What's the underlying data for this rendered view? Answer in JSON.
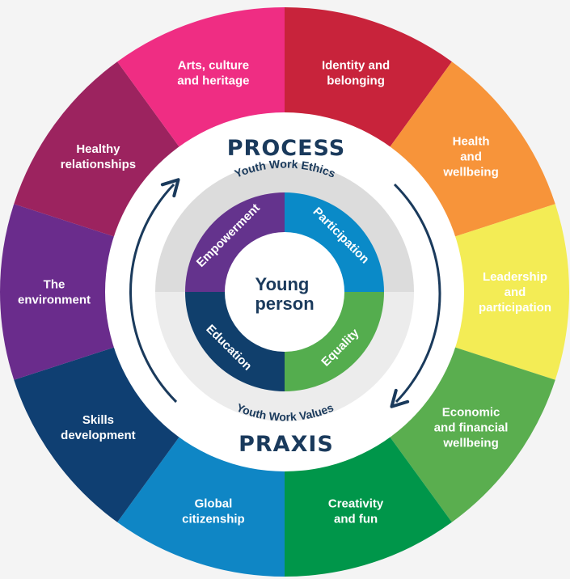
{
  "outer_segments": [
    {
      "lines": [
        "Identity and",
        "belonging"
      ],
      "color": "#c8233b",
      "text_color": "#ffffff"
    },
    {
      "lines": [
        "Health",
        "and",
        "wellbeing"
      ],
      "color": "#f7943a",
      "text_color": "#ffffff"
    },
    {
      "lines": [
        "Leadership",
        "and",
        "participation"
      ],
      "color": "#f3ec55",
      "text_color": "#1a3257"
    },
    {
      "lines": [
        "Economic",
        "and financial",
        "wellbeing"
      ],
      "color": "#5aae4f",
      "text_color": "#ffffff"
    },
    {
      "lines": [
        "Creativity",
        "and fun"
      ],
      "color": "#00964a",
      "text_color": "#ffffff"
    },
    {
      "lines": [
        "Global",
        "citizenship"
      ],
      "color": "#0f86c5",
      "text_color": "#ffffff"
    },
    {
      "lines": [
        "Skills",
        "development"
      ],
      "color": "#0f3f72",
      "text_color": "#ffffff"
    },
    {
      "lines": [
        "The",
        "environment"
      ],
      "color": "#6a2c8c",
      "text_color": "#ffffff"
    },
    {
      "lines": [
        "Healthy",
        "relationships"
      ],
      "color": "#9c235f",
      "text_color": "#ffffff"
    },
    {
      "lines": [
        "Arts, culture",
        "and heritage"
      ],
      "color": "#ef2d83",
      "text_color": "#ffffff"
    }
  ],
  "process_label": "PROCESS",
  "praxis_label": "PRAXIS",
  "ethics_label": "Youth Work Ethics",
  "values_label": "Youth Work Values",
  "core_segments": [
    {
      "label": "Participation",
      "color": "#0a8ac8"
    },
    {
      "label": "Equality",
      "color": "#54ad4e"
    },
    {
      "label": "Education",
      "color": "#103f6c"
    },
    {
      "label": "Empowerment",
      "color": "#64338d"
    }
  ],
  "center_lines": [
    "Young",
    "person"
  ],
  "colors": {
    "background": "#f4f4f4",
    "white_ring": "#ffffff",
    "ethics_band": "#dcdcdc",
    "values_band": "#ececec",
    "navy": "#1a3a5c"
  }
}
